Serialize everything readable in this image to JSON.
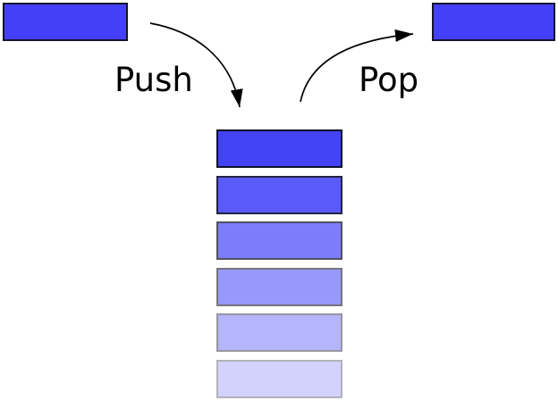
{
  "diagram": {
    "description": "Stack data structure push and pop operations",
    "labels": {
      "push": "Push",
      "pop": "Pop"
    },
    "colors": {
      "background": "#ffffff",
      "arrow": "#000000",
      "text": "#000000",
      "incoming_box_fill": "#4340f8",
      "incoming_box_border": "#14142e",
      "outgoing_box_fill": "#4340f8",
      "outgoing_box_border": "#14142e"
    },
    "stack": {
      "item_count": 6,
      "items": [
        {
          "fill": "#4343f8",
          "border": "#10102e"
        },
        {
          "fill": "#5a5afa",
          "border": "#232345"
        },
        {
          "fill": "#7d7dfb",
          "border": "#51515e"
        },
        {
          "fill": "#9898fc",
          "border": "#75757e"
        },
        {
          "fill": "#b5b5fc",
          "border": "#9696a0"
        },
        {
          "fill": "#d2d2fd",
          "border": "#b2b2ba"
        }
      ]
    }
  }
}
